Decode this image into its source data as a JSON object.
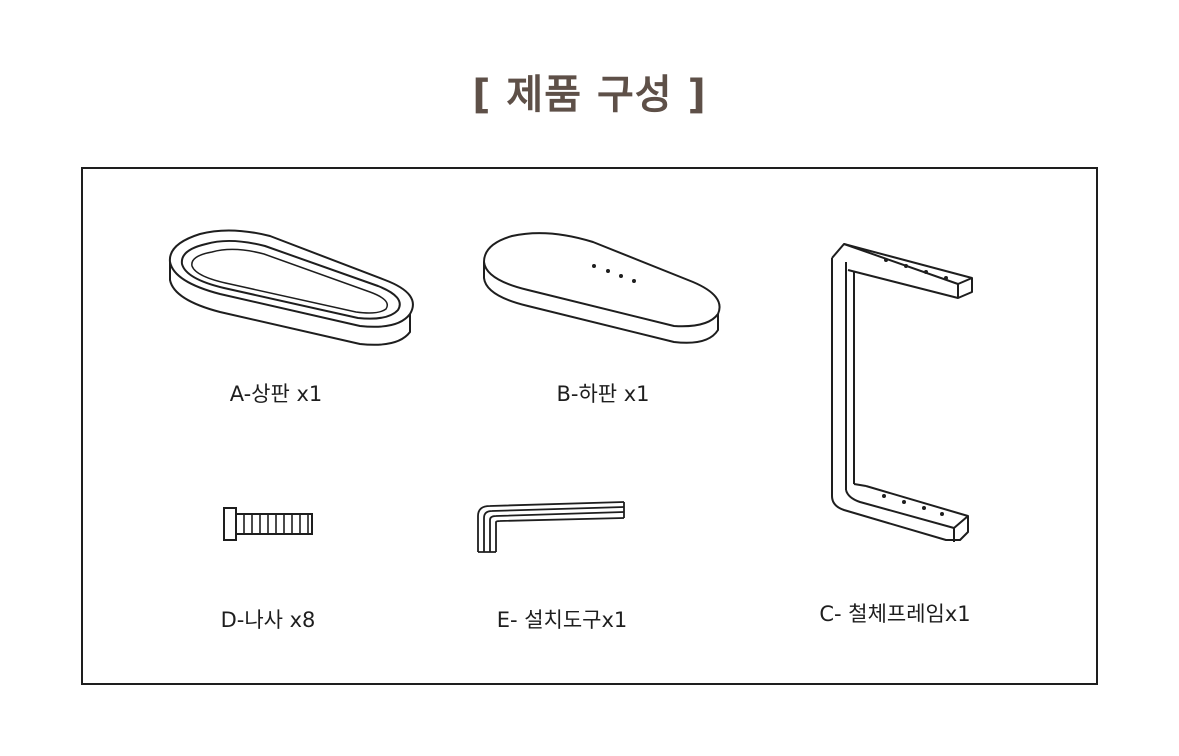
{
  "title": "[ 제품 구성 ]",
  "parts": {
    "a": {
      "label": "A-상판 x1",
      "icon": "oval-tray-top-panel-icon"
    },
    "b": {
      "label": "B-하판 x1",
      "icon": "oval-board-bottom-panel-icon"
    },
    "c": {
      "label": "C- 철체프레임x1",
      "icon": "steel-c-frame-icon"
    },
    "d": {
      "label": "D-나사 x8",
      "icon": "screw-icon"
    },
    "e": {
      "label": "E- 설치도구x1",
      "icon": "hex-key-tool-icon"
    }
  },
  "colors": {
    "title": "#5e5048",
    "line": "#1e1e1e",
    "frame": "#1e1e1e"
  }
}
